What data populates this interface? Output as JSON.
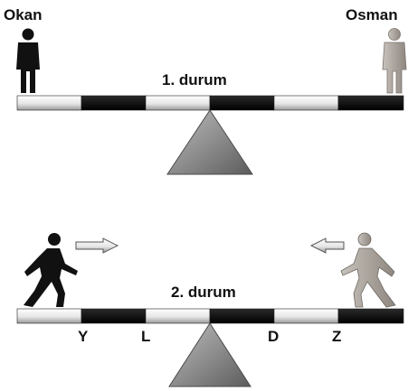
{
  "people": {
    "left_name": "Okan",
    "right_name": "Osman"
  },
  "states": {
    "first": "1. durum",
    "second": "2. durum"
  },
  "markers": [
    "Y",
    "L",
    "D",
    "Z"
  ],
  "colors": {
    "dark_figure": "#111111",
    "light_figure": "#a9a29c",
    "beam_dark": "#0d0d0d",
    "beam_light": "#f2f2f2",
    "fulcrum": "#8c8c8c"
  }
}
